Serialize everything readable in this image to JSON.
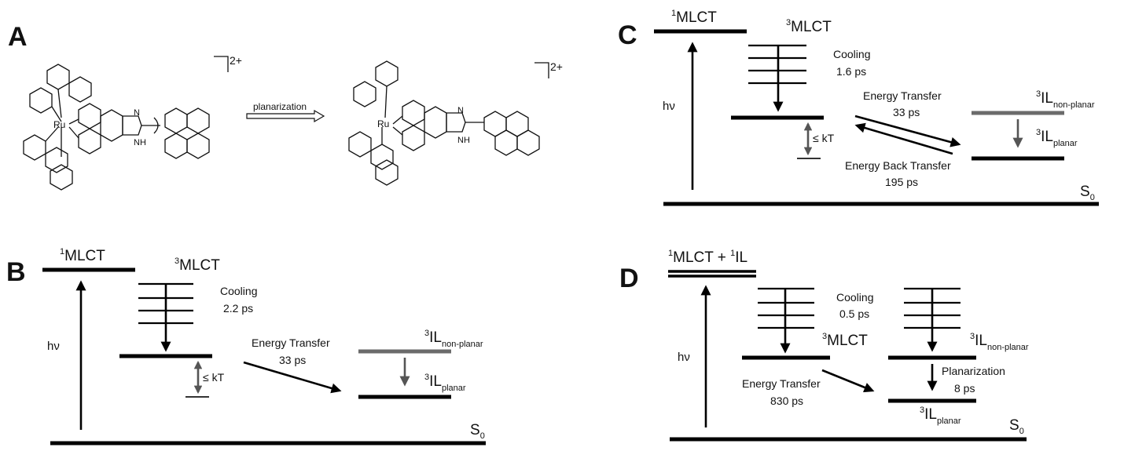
{
  "panels": {
    "A": {
      "letter": "A",
      "charge_left": "2+",
      "charge_right": "2+",
      "process_label": "planarization",
      "atoms": {
        "ru": "Ru",
        "n": "N",
        "nh": "NH"
      }
    },
    "B": {
      "letter": "B",
      "singlet": "MLCT",
      "singlet_sup": "1",
      "triplet": "MLCT",
      "triplet_sup": "3",
      "cooling": "Cooling",
      "cooling_time": "2.2 ps",
      "kt": "≤ kT",
      "hv": "hν",
      "transfer": "Energy Transfer",
      "transfer_time": "33 ps",
      "il_np": "IL",
      "il_np_sup": "3",
      "il_np_sub": "non-planar",
      "il_p": "IL",
      "il_p_sup": "3",
      "il_p_sub": "planar",
      "ground": "S",
      "ground_sub": "0"
    },
    "C": {
      "letter": "C",
      "singlet": "MLCT",
      "singlet_sup": "1",
      "triplet": "MLCT",
      "triplet_sup": "3",
      "cooling": "Cooling",
      "cooling_time": "1.6 ps",
      "kt": "≤ kT",
      "hv": "hν",
      "transfer": "Energy Transfer",
      "transfer_time": "33 ps",
      "back": "Energy Back Transfer",
      "back_time": "195 ps",
      "il_np": "IL",
      "il_np_sup": "3",
      "il_np_sub": "non-planar",
      "il_p": "IL",
      "il_p_sup": "3",
      "il_p_sub": "planar",
      "ground": "S",
      "ground_sub": "0"
    },
    "D": {
      "letter": "D",
      "top_a": "MLCT + ",
      "top_a_sup": "1",
      "top_b": "IL",
      "top_b_sup": "1",
      "cooling": "Cooling",
      "cooling_time": "0.5 ps",
      "triplet": "MLCT",
      "triplet_sup": "3",
      "hv": "hν",
      "transfer": "Energy  Transfer",
      "transfer_time": "830 ps",
      "il_np": "IL",
      "il_np_sup": "3",
      "il_np_sub": "non-planar",
      "planarization": "Planarization",
      "planarization_time": "8 ps",
      "il_p": "IL",
      "il_p_sup": "3",
      "il_p_sub": "planar",
      "ground": "S",
      "ground_sub": "0"
    }
  },
  "colors": {
    "level": "#000000",
    "nonplanar_level": "#6b6b6b",
    "kt_arrow": "#555555"
  }
}
